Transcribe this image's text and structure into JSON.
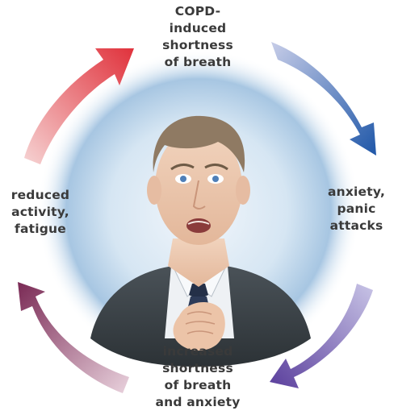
{
  "cycle": {
    "top": {
      "lines": [
        "COPD-",
        "induced",
        "shortness",
        "of breath"
      ]
    },
    "right": {
      "lines": [
        "anxiety,",
        "panic",
        "attacks"
      ]
    },
    "bottom": {
      "lines": [
        "increased",
        "shortness",
        "of breath",
        "and anxiety"
      ]
    },
    "left": {
      "lines": [
        "reduced",
        "activity,",
        "fatigue"
      ]
    }
  },
  "arrows": {
    "top_right": {
      "from_color": "#c7cde8",
      "to_color": "#1f57a8"
    },
    "bottom_right": {
      "from_color": "#c8c4e6",
      "to_color": "#5a3e9c"
    },
    "bottom_left": {
      "from_color": "#e9d2dd",
      "to_color": "#7a2a55"
    },
    "top_left": {
      "from_color": "#f6d3d3",
      "to_color": "#e0323c"
    }
  },
  "illustration": {
    "subject": "man-in-suit-gripping-tie"
  }
}
